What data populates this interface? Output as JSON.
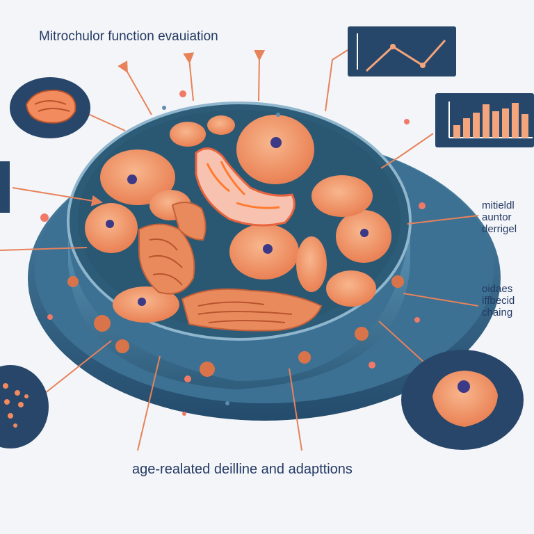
{
  "title": "Mitrochulor function evauiation",
  "caption": "age-realated deilline and adapttions",
  "right_labels": {
    "top": [
      "mitieldl",
      "auntor",
      "derrigel"
    ],
    "bottom": [
      "oidaes",
      "iffbecid",
      "chaing"
    ]
  },
  "colors": {
    "background": "#f3f5f8",
    "platform_dark": "#2f5d7c",
    "platform_light": "#4b86a8",
    "dish_teal": "#3a6c84",
    "mitochondria": "#f0905f",
    "nucleus": "#3c3a86",
    "callout": "#26466a",
    "chart_bar": "#f4a57c",
    "text": "#243a63"
  },
  "inset_icons": [
    "line-chart-icon",
    "bar-chart-icon",
    "mitochondrion-icon",
    "vesicles-icon",
    "cell-icon"
  ]
}
